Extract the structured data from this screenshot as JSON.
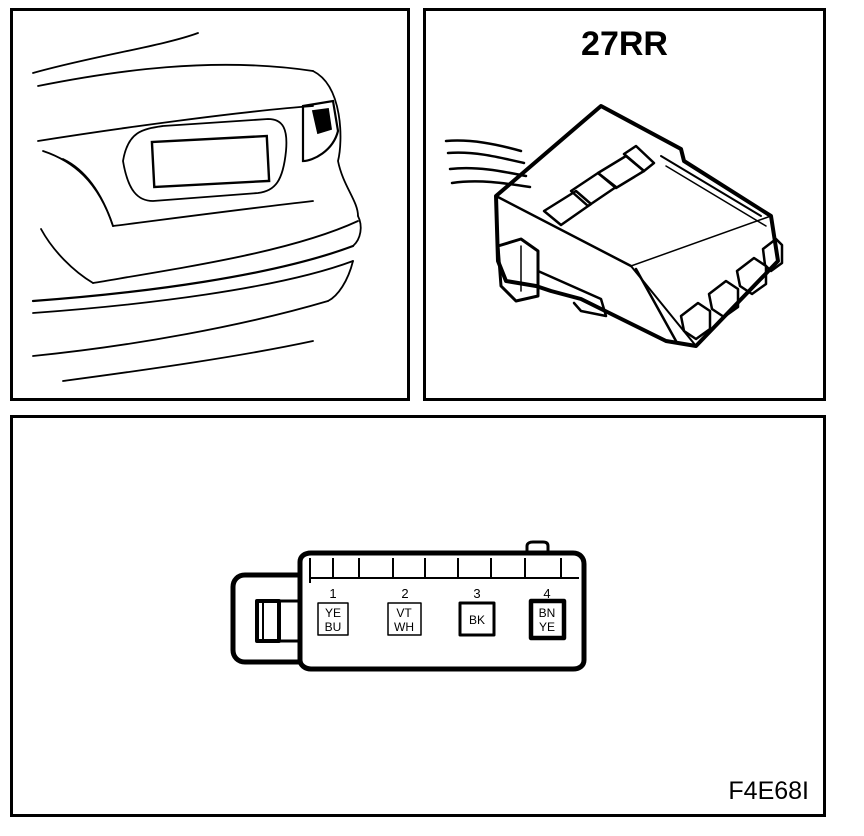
{
  "connector": {
    "title": "27RR"
  },
  "figure": {
    "code": "F4E68I"
  },
  "pins": [
    {
      "number": "1",
      "wire_top": "YE",
      "wire_bottom": "BU"
    },
    {
      "number": "2",
      "wire_top": "VT",
      "wire_bottom": "WH"
    },
    {
      "number": "3",
      "wire_top": "BK",
      "wire_bottom": ""
    },
    {
      "number": "4",
      "wire_top": "BN",
      "wire_bottom": "YE"
    }
  ]
}
